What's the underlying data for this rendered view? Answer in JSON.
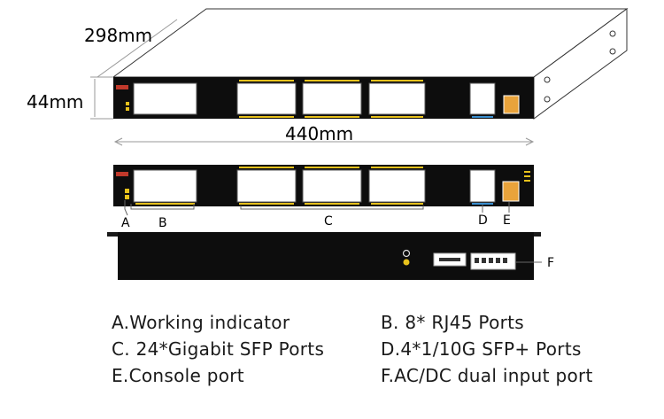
{
  "dimensions": {
    "depth": "298mm",
    "height": "44mm",
    "width": "440mm"
  },
  "callouts": {
    "a": "A",
    "b": "B",
    "c": "C",
    "d": "D",
    "e": "E",
    "f": "F"
  },
  "legend": {
    "a": "A.Working indicator",
    "b": "B. 8* RJ45 Ports",
    "c": "C. 24*Gigabit SFP Ports",
    "d": "D.4*1/10G SFP+ Ports",
    "e": "E.Console port",
    "f": "F.AC/DC dual input port"
  },
  "colors": {
    "panel": "#0d0d0d",
    "port_window": "#ffffff",
    "led_yellow": "#e8c21c",
    "led_blue": "#3a8fd0",
    "console": "#e9a33b",
    "brand": "#c0392b"
  }
}
